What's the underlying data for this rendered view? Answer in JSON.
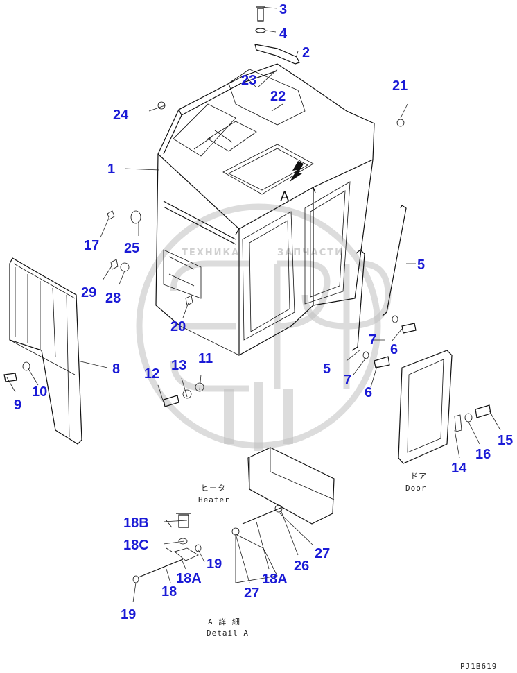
{
  "callouts": [
    {
      "id": "c3",
      "text": "3"
    },
    {
      "id": "c4",
      "text": "4"
    },
    {
      "id": "c2",
      "text": "2"
    },
    {
      "id": "c23",
      "text": "23"
    },
    {
      "id": "c22",
      "text": "22"
    },
    {
      "id": "c21",
      "text": "21"
    },
    {
      "id": "c24",
      "text": "24"
    },
    {
      "id": "c1",
      "text": "1"
    },
    {
      "id": "cA",
      "text": "A"
    },
    {
      "id": "c17",
      "text": "17"
    },
    {
      "id": "c25",
      "text": "25"
    },
    {
      "id": "c5a",
      "text": "5"
    },
    {
      "id": "c29",
      "text": "29"
    },
    {
      "id": "c28",
      "text": "28"
    },
    {
      "id": "c20",
      "text": "20"
    },
    {
      "id": "c7a",
      "text": "7"
    },
    {
      "id": "c6a",
      "text": "6"
    },
    {
      "id": "c5b",
      "text": "5"
    },
    {
      "id": "c7b",
      "text": "7"
    },
    {
      "id": "c6b",
      "text": "6"
    },
    {
      "id": "c8",
      "text": "8"
    },
    {
      "id": "c9",
      "text": "9"
    },
    {
      "id": "c10",
      "text": "10"
    },
    {
      "id": "c12",
      "text": "12"
    },
    {
      "id": "c13",
      "text": "13"
    },
    {
      "id": "c11",
      "text": "11"
    },
    {
      "id": "c14",
      "text": "14"
    },
    {
      "id": "c16",
      "text": "16"
    },
    {
      "id": "c15",
      "text": "15"
    },
    {
      "id": "c18B",
      "text": "18B"
    },
    {
      "id": "c18C",
      "text": "18C"
    },
    {
      "id": "c19a",
      "text": "19"
    },
    {
      "id": "c18Aa",
      "text": "18A"
    },
    {
      "id": "c18",
      "text": "18"
    },
    {
      "id": "c19b",
      "text": "19"
    },
    {
      "id": "c26",
      "text": "26"
    },
    {
      "id": "c27a",
      "text": "27"
    },
    {
      "id": "c18Ab",
      "text": "18A"
    },
    {
      "id": "c27b",
      "text": "27"
    }
  ],
  "notes": {
    "heater_jp": "ヒータ",
    "heater_en": "Heater",
    "door_jp": "ドア",
    "door_en": "Door",
    "detail_jp": "A 詳 細",
    "detail_en": "Detail A",
    "drawing_code": "PJ1B619"
  },
  "watermark": {
    "text_left": "ТЕХНИКА",
    "text_right": "ЗАПЧАСТИ"
  },
  "colors": {
    "callout": "#1a1ad6",
    "line": "#111111",
    "watermark": "#bfbfbf"
  }
}
